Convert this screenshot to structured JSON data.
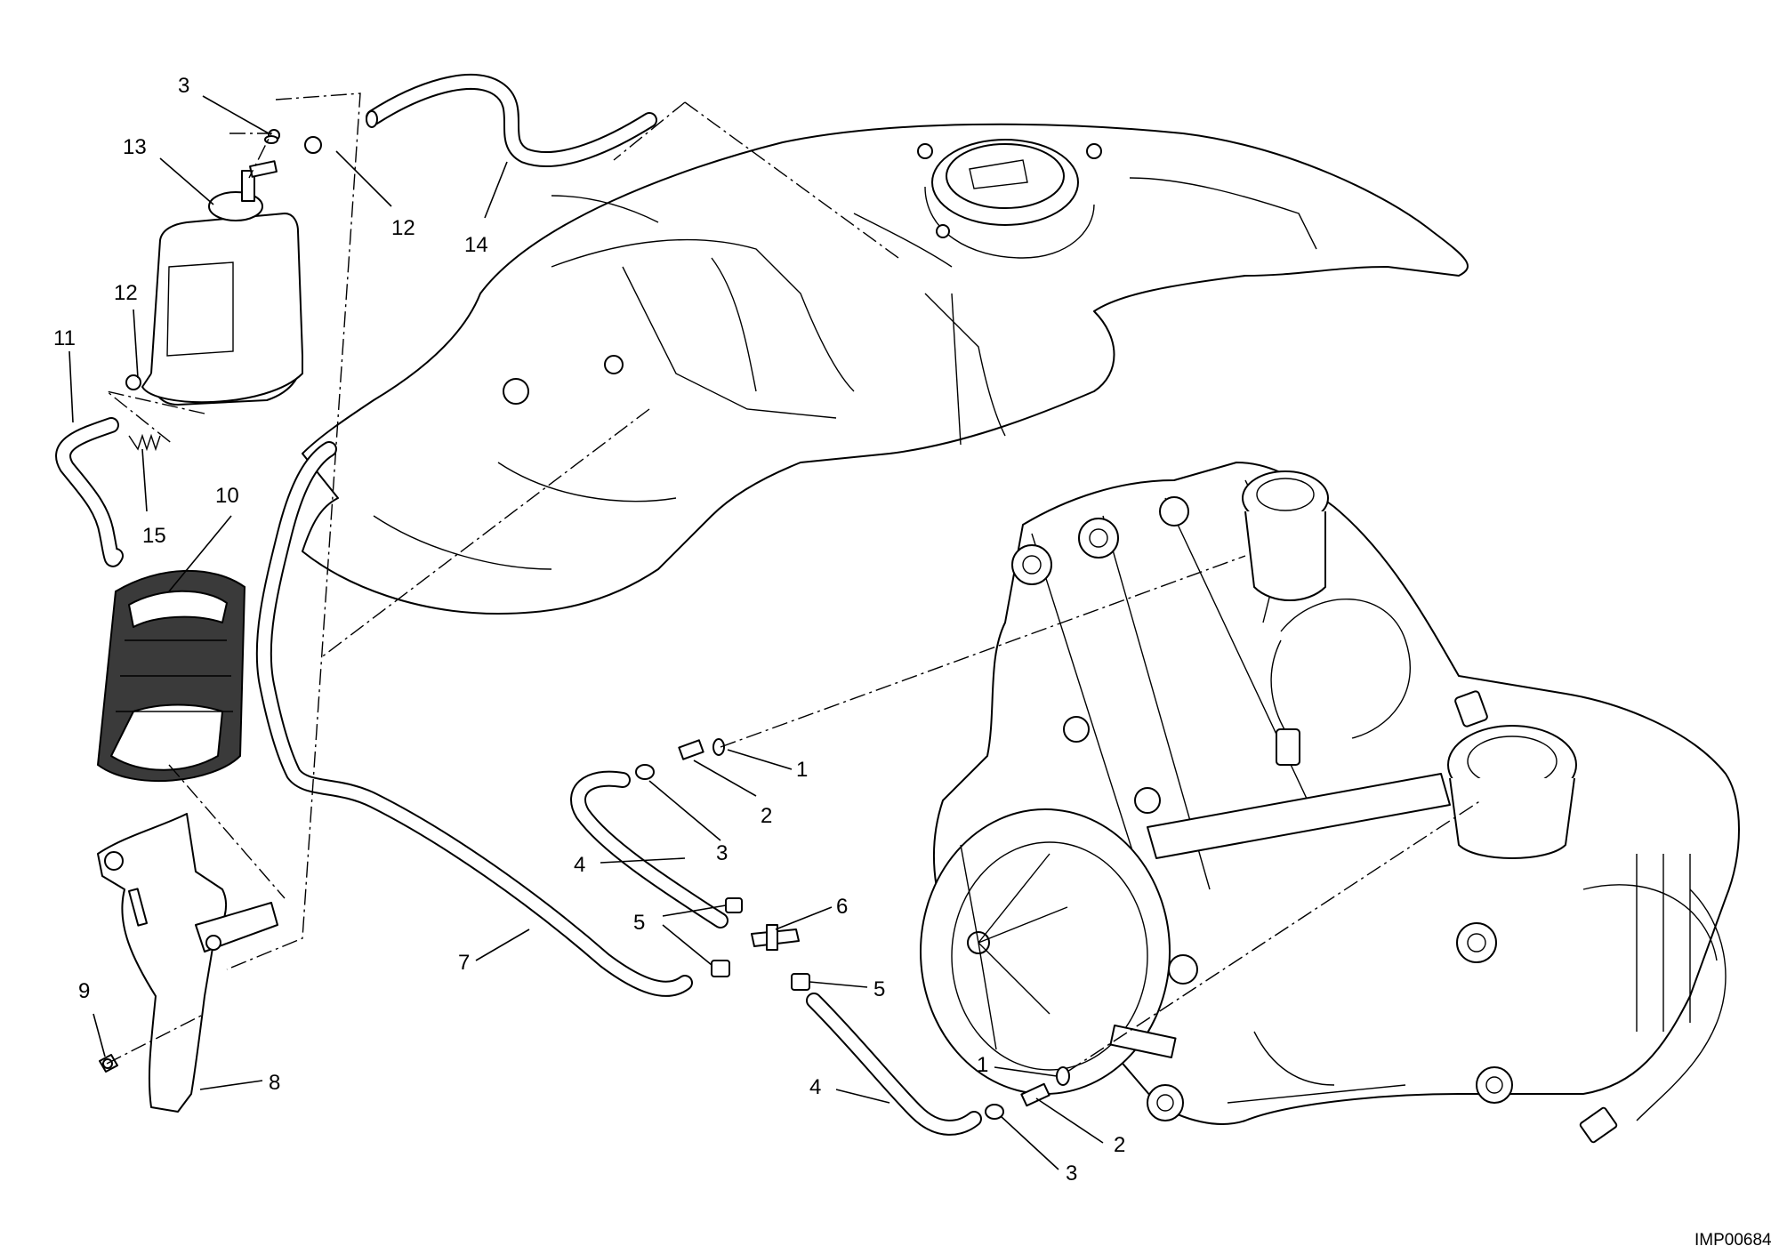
{
  "diagram_ref": "IMP00684",
  "callouts": {
    "c1a": "1",
    "c1b": "1",
    "c2a": "2",
    "c2b": "2",
    "c3a": "3",
    "c3b": "3",
    "c3c": "3",
    "c4a": "4",
    "c4b": "4",
    "c5a": "5",
    "c5b": "5",
    "c6": "6",
    "c7": "7",
    "c8": "8",
    "c9": "9",
    "c10": "10",
    "c11": "11",
    "c12a": "12",
    "c12b": "12",
    "c13": "13",
    "c14": "14",
    "c15": "15"
  }
}
